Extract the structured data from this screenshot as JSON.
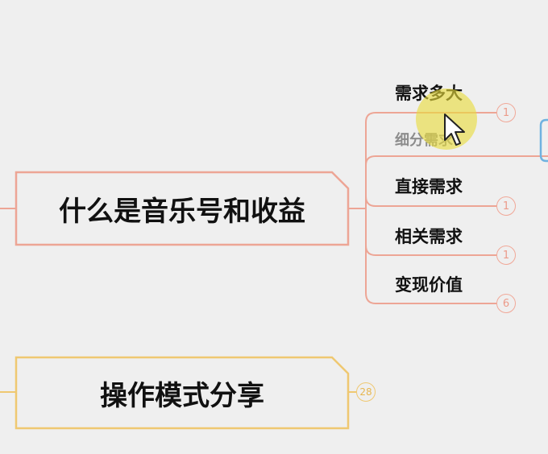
{
  "colors": {
    "background": "#efefef",
    "branch_red": "#eda595",
    "branch_yellow": "#efc871",
    "selection_blue": "#6fb2e0",
    "cursor_highlight": "#e8dc3c"
  },
  "mindmap": {
    "main_topics": [
      {
        "label": "什么是音乐号和收益"
      },
      {
        "label": "操作模式分享",
        "collapsed_count": "28"
      }
    ],
    "subtopics": [
      {
        "label": "需求多大",
        "collapsed_count": "1"
      },
      {
        "label": "细分需求"
      },
      {
        "label": "直接需求",
        "collapsed_count": "1"
      },
      {
        "label": "相关需求",
        "collapsed_count": "1"
      },
      {
        "label": "变现价值",
        "collapsed_count": "6"
      }
    ]
  },
  "cursor": {
    "icon": "mouse-pointer-icon"
  }
}
